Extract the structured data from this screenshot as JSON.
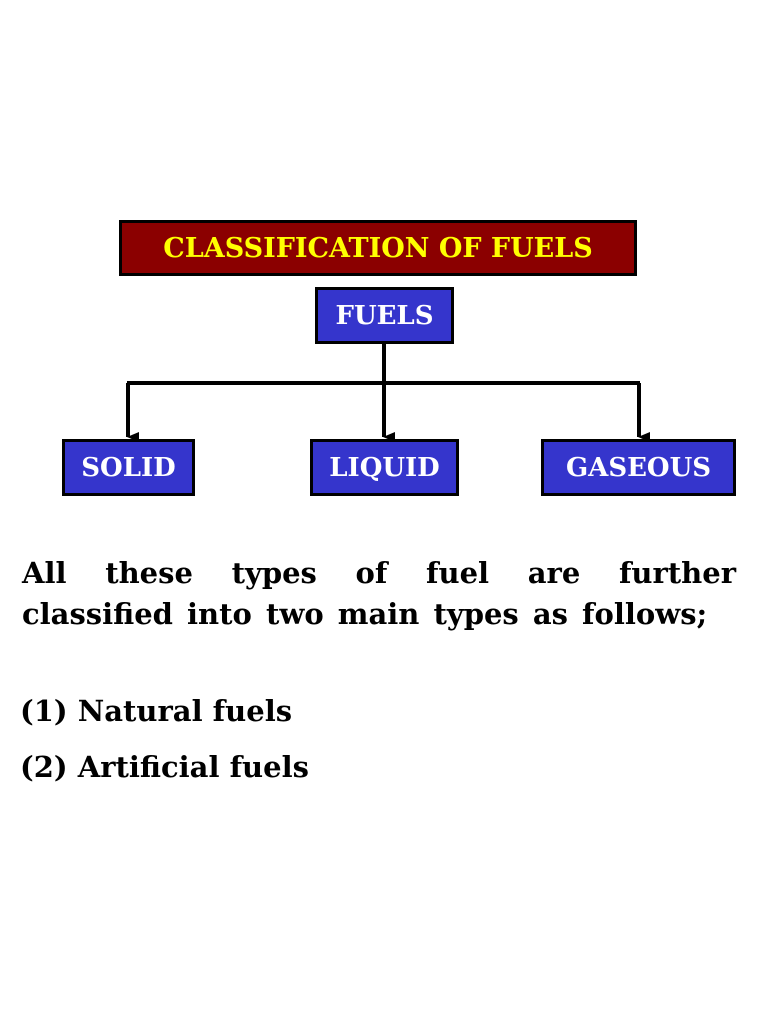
{
  "diagram": {
    "title": "CLASSIFICATION OF FUELS",
    "root": "FUELS",
    "children": [
      "SOLID",
      "LIQUID",
      "GASEOUS"
    ],
    "colors": {
      "title_background": "#8b0000",
      "title_text": "#ffff00",
      "node_background": "#3535cc",
      "node_text": "#ffffff",
      "connector": "#000000"
    }
  },
  "text": {
    "paragraph": "All these types of fuel are further classified into two main types as follows;",
    "items": [
      "(1) Natural fuels",
      "(2) Artificial fuels"
    ]
  }
}
